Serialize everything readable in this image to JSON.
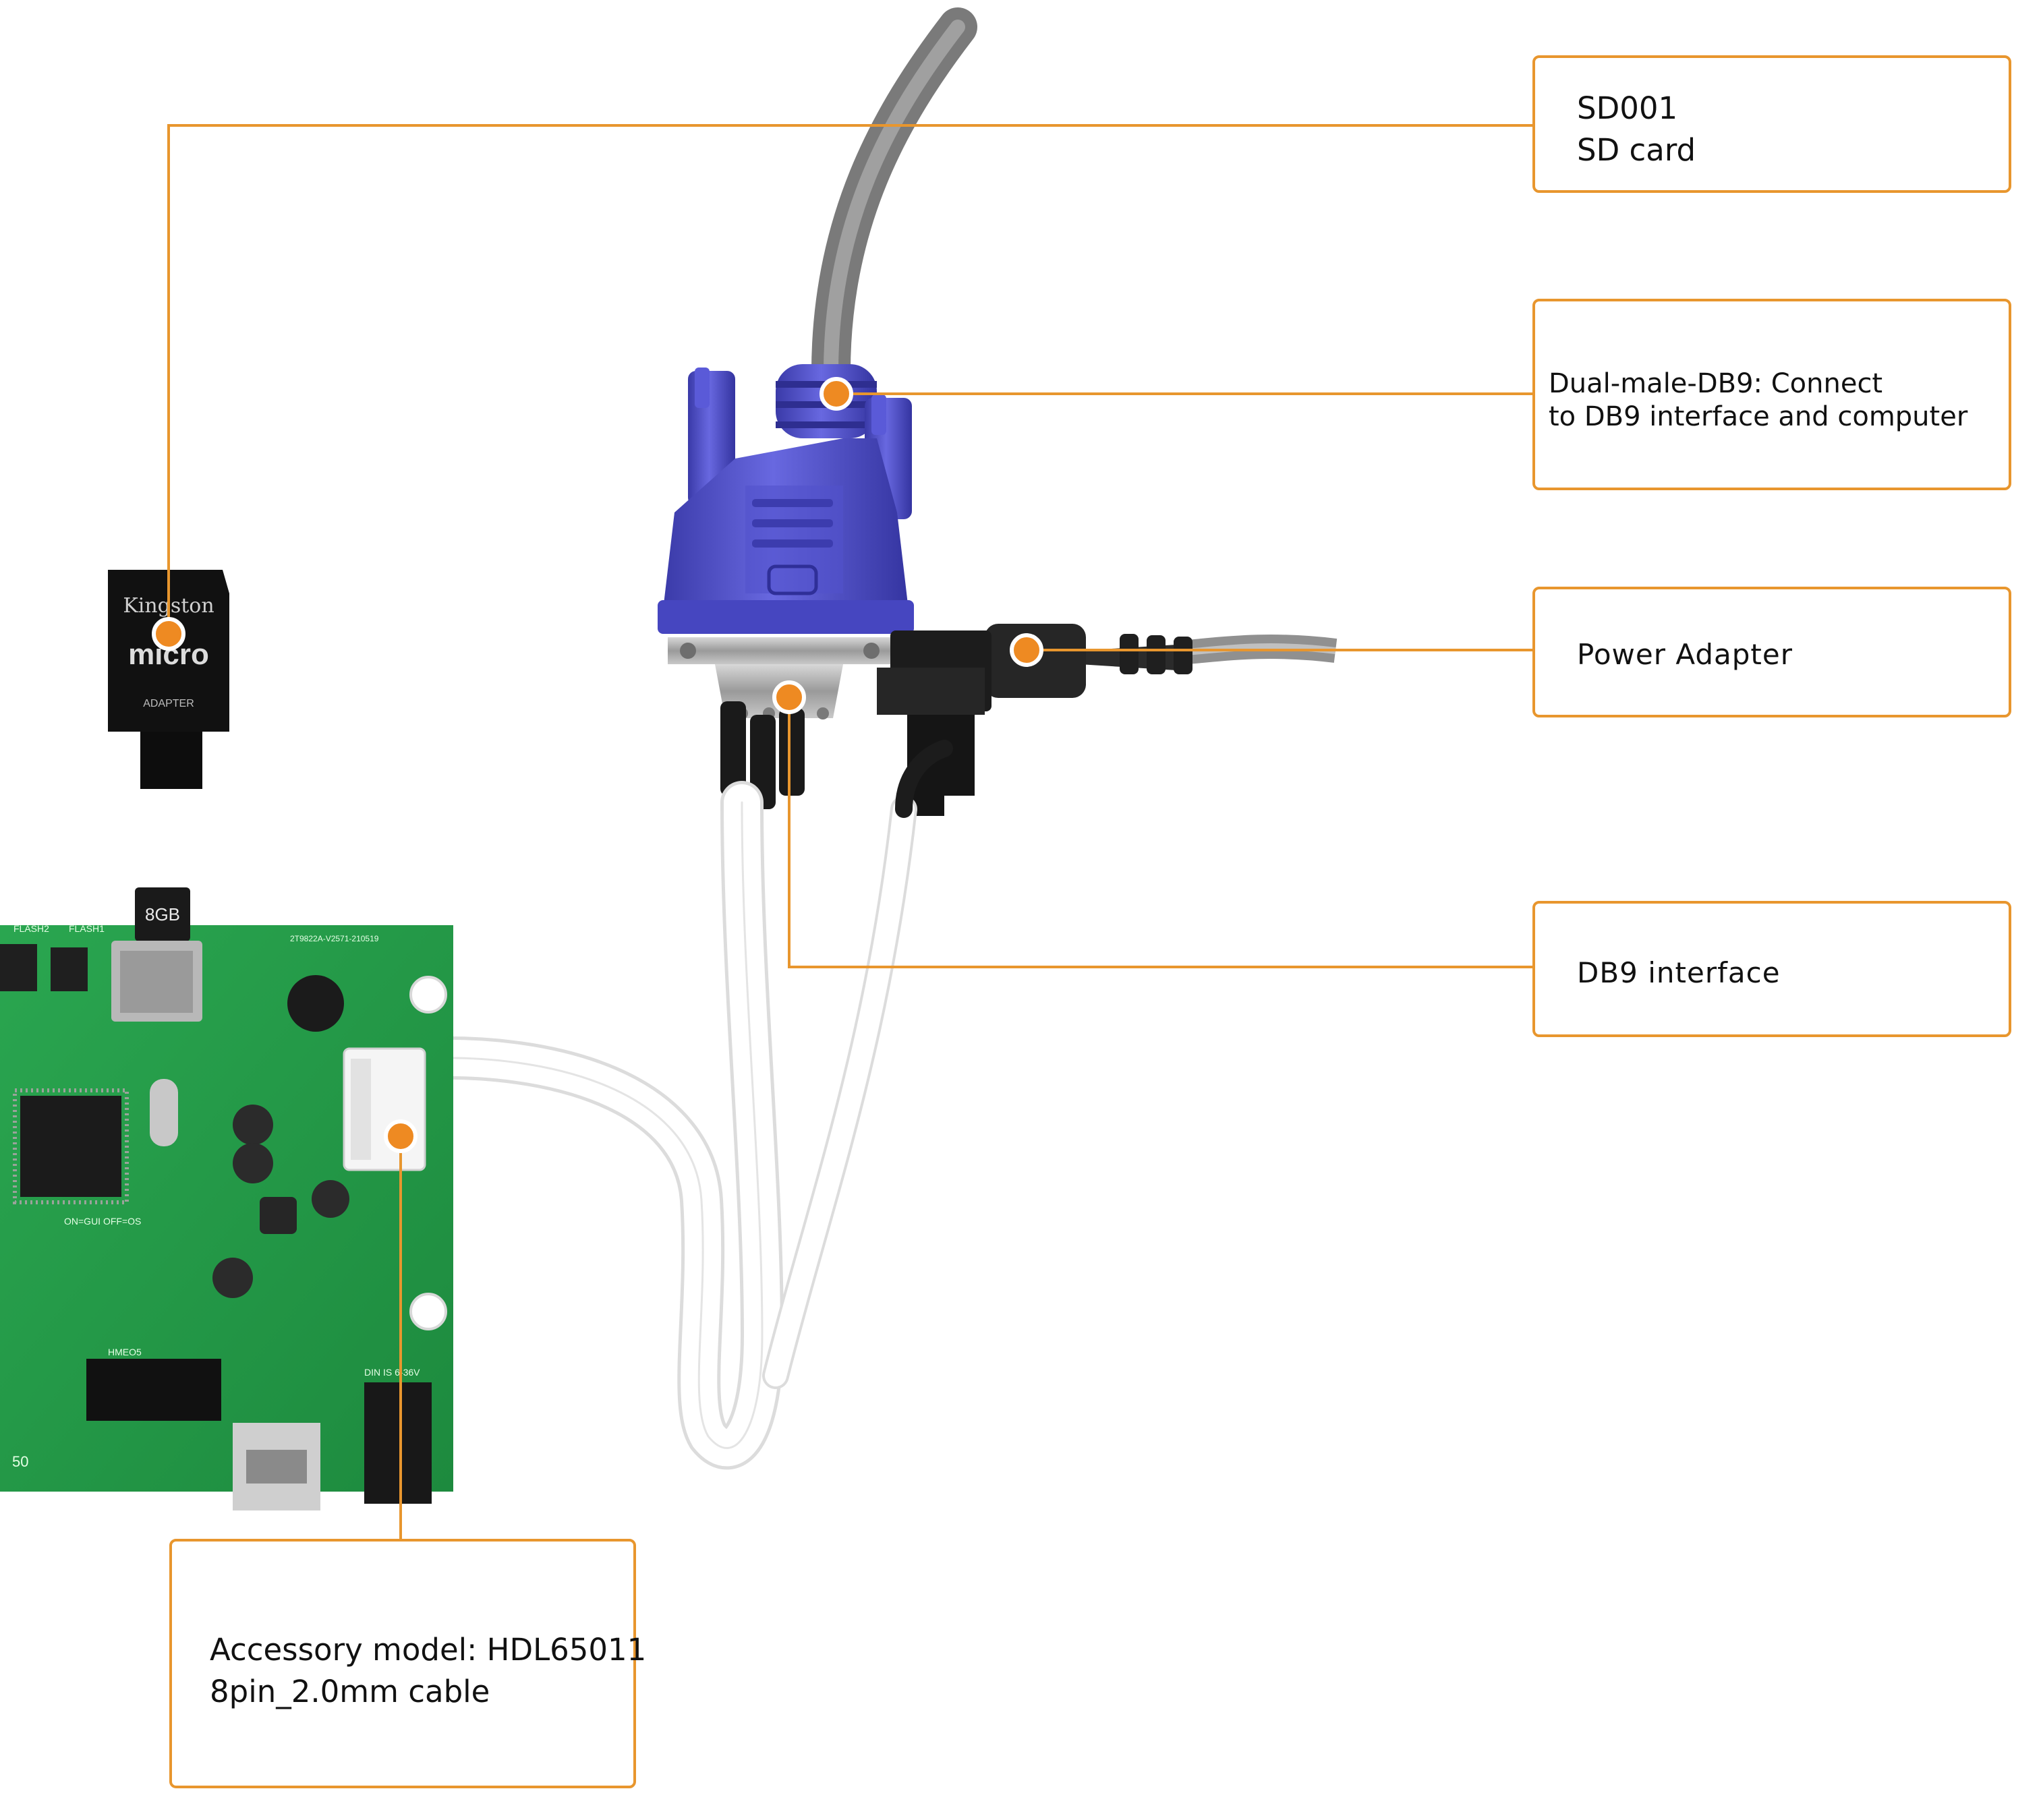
{
  "labels": {
    "sd_card": {
      "model": "SD001",
      "name": "SD card"
    },
    "db9_cable": {
      "line1": "Dual-male-DB9: Connect",
      "line2": "to DB9 interface and computer"
    },
    "power_adapter": {
      "name": "Power Adapter"
    },
    "db9_interface": {
      "name": "DB9 interface"
    },
    "accessory": {
      "line1": "Accessory model: HDL65011",
      "line2": "8pin_2.0mm cable"
    }
  },
  "photo_text": {
    "sd_brand": "Kingston",
    "sd_micro": "micro",
    "sd_adapter": "ADAPTER",
    "microsd_size": "8GB",
    "board_flash2": "FLASH2",
    "board_flash1": "FLASH1",
    "board_serial": "2T9822A-V2571-210519",
    "board_switch": "ON=GUI OFF=OS",
    "board_header": "HMEO5",
    "board_power": "DIN IS 6-36V",
    "board_num": "50"
  },
  "colors": {
    "callout": "#e8962e",
    "dot": "#ee8a22",
    "pcb": "#249a48",
    "connector_blue": "#4f4fc9",
    "cable_gray": "#8c8c8c"
  }
}
